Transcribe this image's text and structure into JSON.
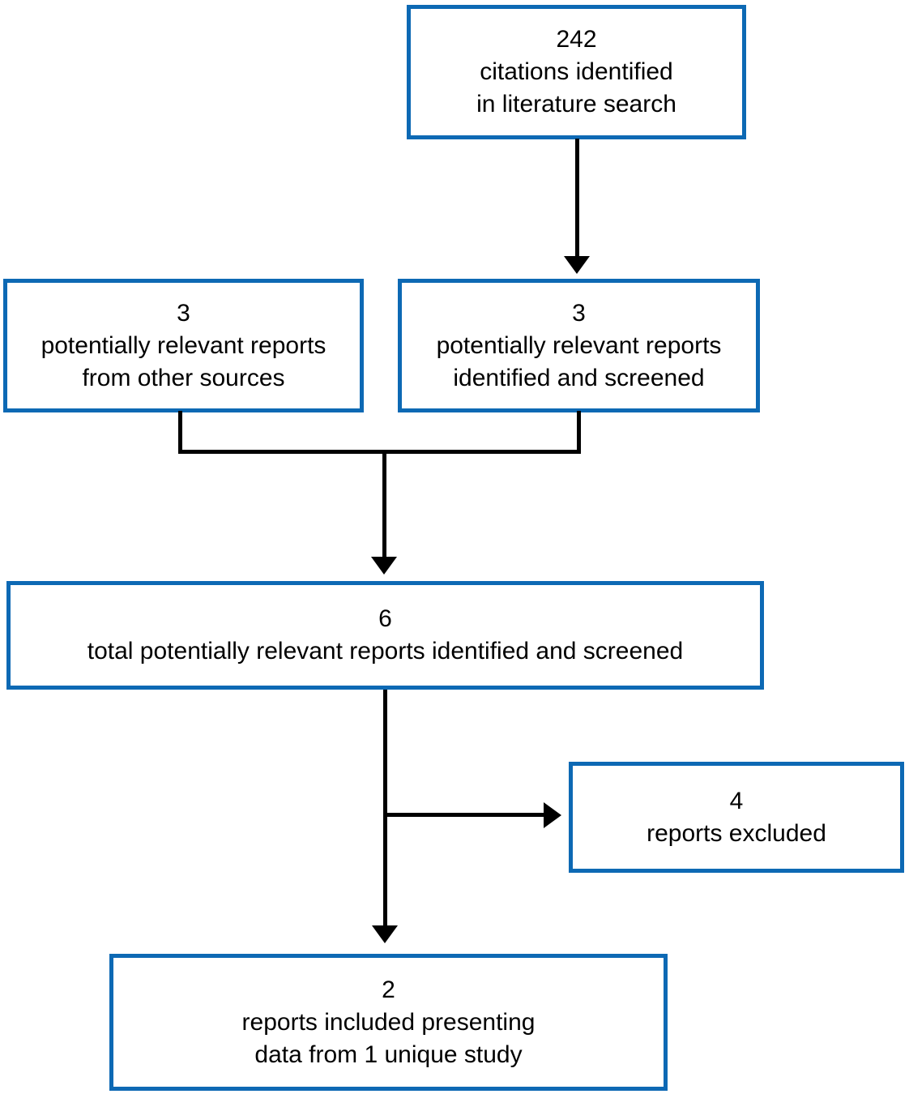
{
  "colors": {
    "box_border": "#0d69b4",
    "connector": "#000000",
    "text": "#000000",
    "background": "#ffffff"
  },
  "boxes": {
    "citations": {
      "count": "242",
      "line1": "citations identified",
      "line2": "in literature search"
    },
    "other_sources": {
      "count": "3",
      "line1": "potentially relevant reports",
      "line2": "from other sources"
    },
    "screened": {
      "count": "3",
      "line1": "potentially relevant reports",
      "line2": "identified and screened"
    },
    "total": {
      "count": "6",
      "line1": "total potentially relevant reports identified and screened"
    },
    "excluded": {
      "count": "4",
      "line1": "reports excluded"
    },
    "included": {
      "count": "2",
      "line1": "reports included presenting",
      "line2": "data from 1 unique study"
    }
  }
}
